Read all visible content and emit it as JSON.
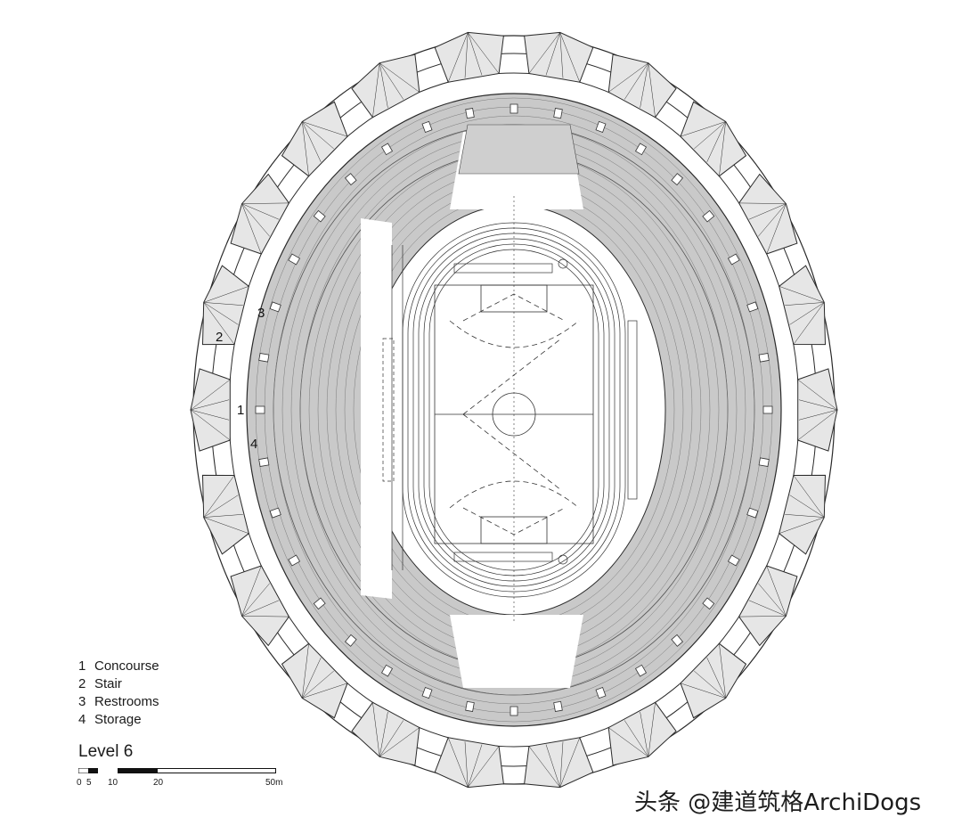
{
  "legend": [
    {
      "number": "1",
      "label": "Concourse"
    },
    {
      "number": "2",
      "label": "Stair"
    },
    {
      "number": "3",
      "label": "Restrooms"
    },
    {
      "number": "4",
      "label": "Storage"
    }
  ],
  "callouts": [
    "1",
    "2",
    "3",
    "4"
  ],
  "level_title": "Level 6",
  "scale": {
    "ticks": [
      "0",
      "5",
      "10",
      "20",
      "50m"
    ]
  },
  "watermark": "头条 @建道筑格ArchiDogs",
  "colors": {
    "line": "#2a2a2a",
    "seating": "#bdbdbd",
    "background": "#ffffff"
  }
}
